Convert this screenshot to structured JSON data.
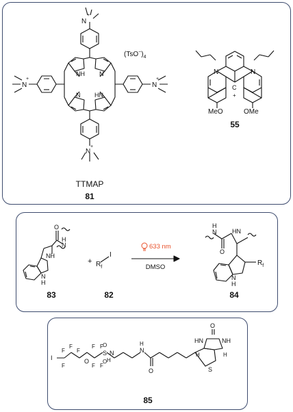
{
  "panel1": {
    "porphyrin": {
      "counterion_base": "(TsO",
      "counterion_charge": "−",
      "counterion_close": ")",
      "counterion_sub": "4",
      "nh_top": "NH",
      "n_right": "N",
      "n_left": "N",
      "hn_bottom": "HN",
      "ammonium_n": "N",
      "plus": "+",
      "name": "TTMAP",
      "number": "81"
    },
    "triangulenium": {
      "n_left": "N",
      "n_right": "N",
      "carbocation": "C",
      "plus": "+",
      "meo_left": "MeO",
      "ome_right": "OMe",
      "number": "55"
    }
  },
  "panel2": {
    "trp": {
      "o": "O",
      "nh_top": "H",
      "n_top": "N",
      "nh_amine": "NH",
      "indole_nh": "N",
      "indole_h": "H",
      "number": "83"
    },
    "plus_sign": "+",
    "rfi": {
      "r": "R",
      "f_sub": "f",
      "iodide": "I",
      "number": "82"
    },
    "arrow": {
      "wavelength": "633 nm",
      "solvent": "DMSO",
      "bulb_icon": "lightbulb-icon",
      "accent": "#e8502a"
    },
    "product": {
      "hn_top": "H",
      "n_top": "N",
      "hn_right": "HN",
      "o": "O",
      "indole_nh": "N",
      "indole_h": "H",
      "r": "R",
      "f_sub": "f",
      "number": "84"
    }
  },
  "panel3": {
    "biotin": {
      "f": "F",
      "i": "I",
      "o_ether": "O",
      "s_sulfonyl": "S",
      "o": "O",
      "n_h": "H",
      "n_n": "N",
      "amide_h": "H",
      "amide_n": "N",
      "ring_hn": "HN",
      "ring_nh": "NH",
      "ring_h": "H",
      "thioether_s": "S",
      "number": "85"
    }
  }
}
